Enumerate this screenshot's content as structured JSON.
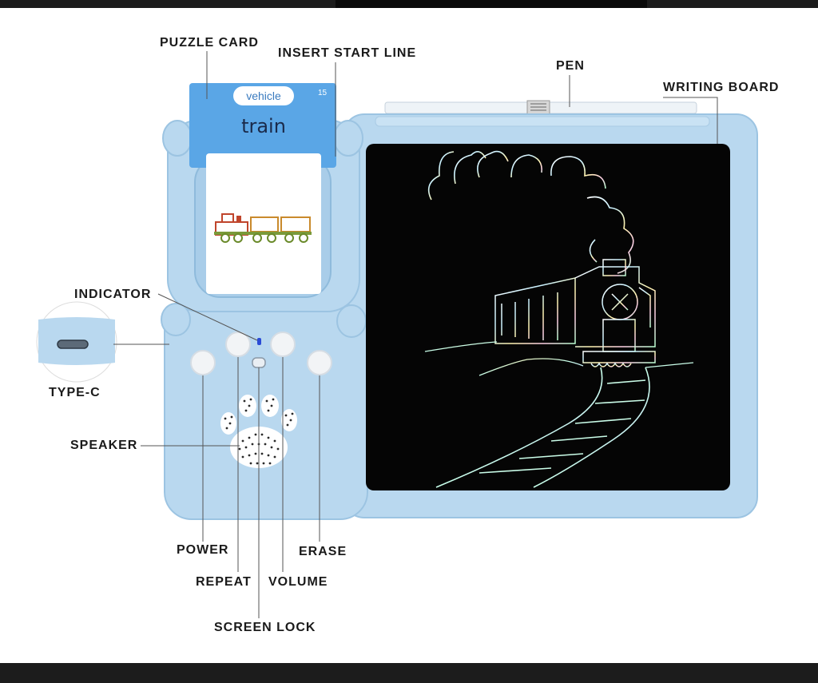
{
  "labels": {
    "puzzle_card": "PUZZLE CARD",
    "insert_start_line": "INSERT START LINE",
    "pen": "PEN",
    "writing_board": "WRITING BOARD",
    "indicator": "INDICATOR",
    "type_c": "TYPE-C",
    "speaker": "SPEAKER",
    "power": "POWER",
    "erase": "ERASE",
    "repeat": "REPEAT",
    "volume": "VOLUME",
    "screen_lock": "SCREEN LOCK"
  },
  "card": {
    "category": "vehicle",
    "number": "15",
    "word": "train"
  },
  "colors": {
    "device_body": "#b9d8ef",
    "device_edge": "#9cc4e2",
    "card_blue": "#5aa6e6",
    "screen": "#050505",
    "leader_line": "#555555"
  }
}
